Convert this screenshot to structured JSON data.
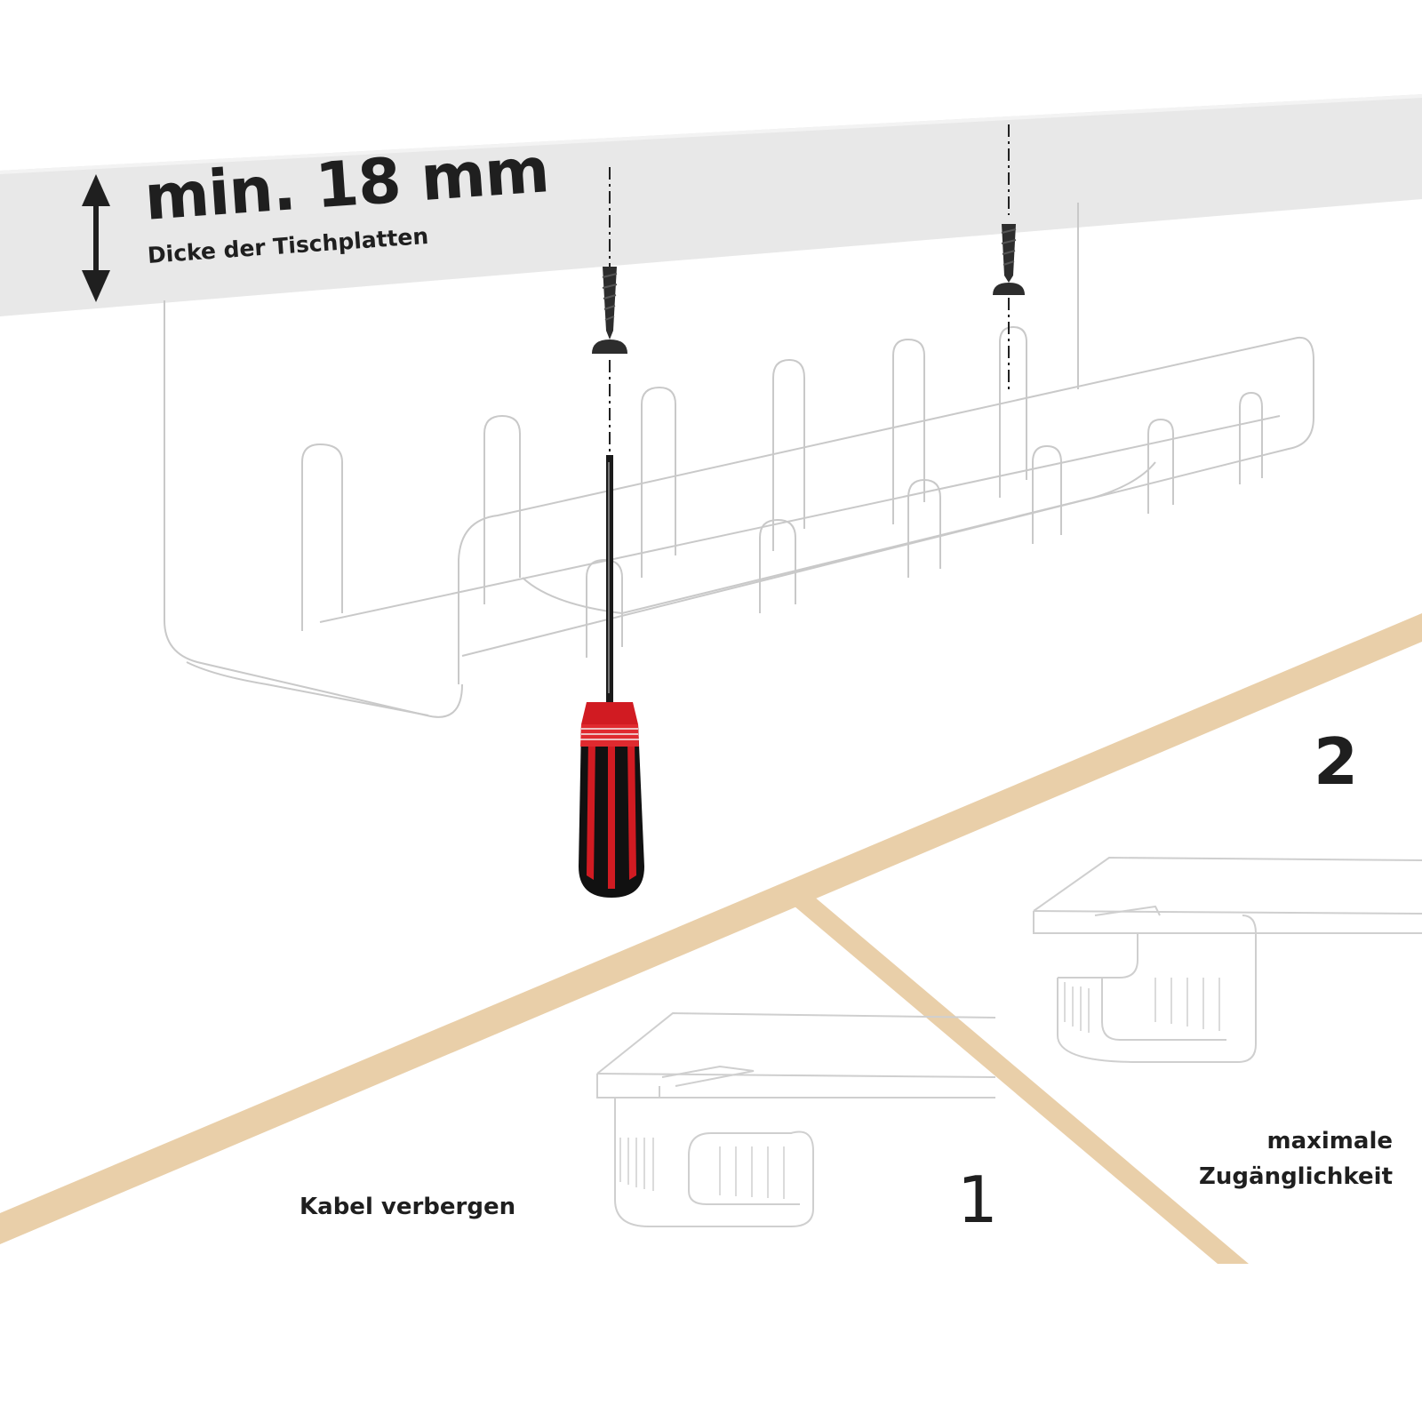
{
  "headline": {
    "thickness": "min. 18 mm",
    "subtitle": "Dicke der Tischplatten"
  },
  "steps": [
    {
      "number": "2"
    },
    {
      "number": "1",
      "caption": "Kabel verbergen"
    }
  ],
  "option_2_caption": [
    "maximale",
    "Zugänglichkeit"
  ],
  "colors": {
    "background": "#ffffff",
    "desk_board": "#e8e8e8",
    "divider": "#e9cfa9",
    "text": "#1f1f1f",
    "screwdriver_handle": "#d11b22",
    "screwdriver_grip": "#111111",
    "screw": "#2d2d2d"
  },
  "icons": [
    "double-arrow-icon",
    "screw-icon",
    "screwdriver-icon",
    "cable-tray-icon",
    "desk-mount-sketch-icon"
  ]
}
